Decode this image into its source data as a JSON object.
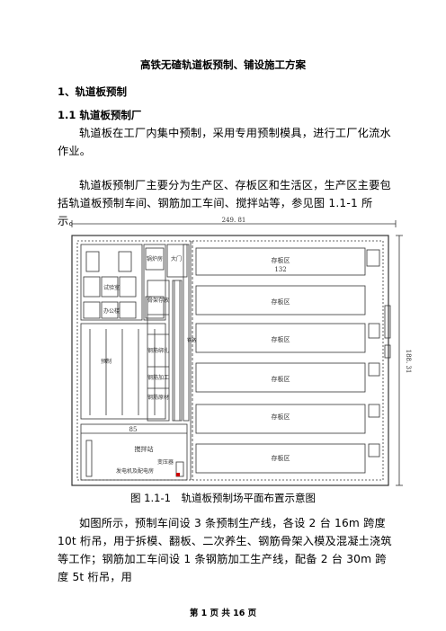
{
  "doc": {
    "title": "高铁无碴轨道板预制、铺设施工方案",
    "heading1": "1、轨道板预制",
    "heading2": "1.1 轨道板预制厂",
    "para1": "轨道板在工厂内集中预制，采用专用预制模具，进行工厂化流水作业。",
    "para2": "轨道板预制厂主要分为生产区、存板区和生活区，生产区主要包括轨道板预制车间、钢筋加工车间、搅拌站等，参见图 1.1-1 所示。",
    "para3": "如图所示，预制车间设 3 条预制生产线，各设 2 台 16m 跨度 10t 桁吊，用于拆模、翻板、二次养生、钢筋骨架入模及混凝土浇筑等工作；钢筋加工车间设 1 条钢筋加工生产线，配备 2 台 30m 跨度 5t 桁吊，用",
    "caption": "图 1.1-1　轨道板预制场平面布置示意图",
    "footer": "第 1 页 共 16 页"
  },
  "figure": {
    "dim_top": "249. 81",
    "dim_right": "188. 31",
    "dim_inner": "132",
    "dim_mid": "85",
    "storage_label": "存板区",
    "boiler": "锅炉房",
    "lab": "试验室",
    "office": "办公楼",
    "precast": "预制",
    "rebar_cage": "骨架存放",
    "rebar_bind": "钢筋绑扎",
    "rebar_process": "钢筋加工",
    "rebar_store": "钢筋原材",
    "mixer": "搅拌站",
    "transformer": "变压器",
    "generator": "发电机及配电房",
    "gate": "大门",
    "track_label": "铁路"
  }
}
